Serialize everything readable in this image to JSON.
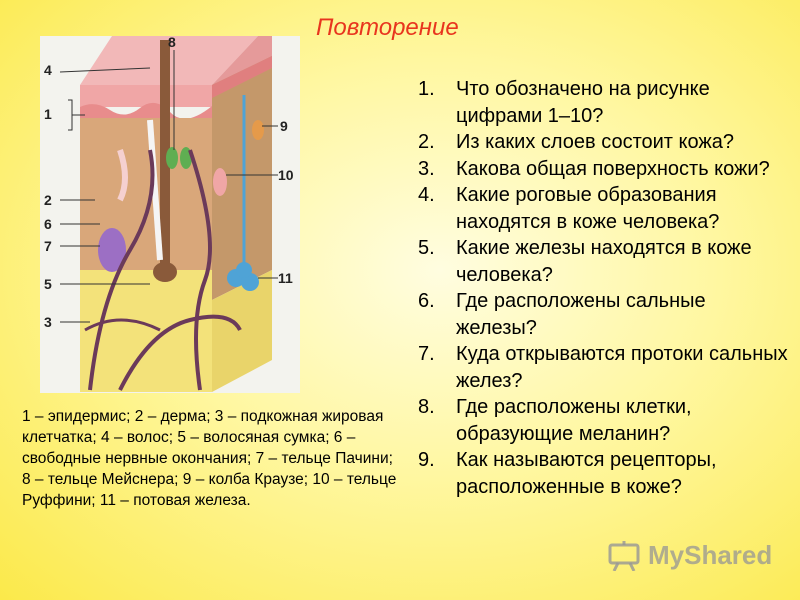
{
  "slide": {
    "title": "Повторение"
  },
  "diagram": {
    "labels": [
      "4",
      "1",
      "2",
      "6",
      "7",
      "5",
      "3",
      "8",
      "9",
      "10",
      "11"
    ]
  },
  "legend": {
    "text": "1 – эпидермис; 2 – дерма; 3 – подкожная жировая клетчатка; 4 – волос; 5 – волосяная сумка; 6 – свободные нервные окончания; 7 – тельце Пачини; 8 – тельце Мейснера; 9 – колба Краузе; 10 – тельце Руффини; 11 – потовая железа."
  },
  "questions": [
    {
      "num": "1.",
      "text": "Что обозначено на рисунке цифрами 1–10?"
    },
    {
      "num": "2.",
      "text": "Из каких слоев состоит кожа?"
    },
    {
      "num": "3.",
      "text": "Какова общая поверхность кожи?"
    },
    {
      "num": "4.",
      "text": "Какие роговые образования находятся в коже человека?"
    },
    {
      "num": "5.",
      "text": "Какие железы находятся в коже человека?"
    },
    {
      "num": "6.",
      "text": "Где расположены сальные железы?"
    },
    {
      "num": "7.",
      "text": "Куда открываются протоки сальных желез?"
    },
    {
      "num": "8.",
      "text": "Где расположены клетки, образующие меланин?"
    },
    {
      "num": "9.",
      "text": "Как называются рецепторы, расположенные в коже?"
    }
  ],
  "watermark": {
    "text": "MyShared"
  },
  "colors": {
    "title": "#e8351e",
    "background": "#fbe94a"
  }
}
